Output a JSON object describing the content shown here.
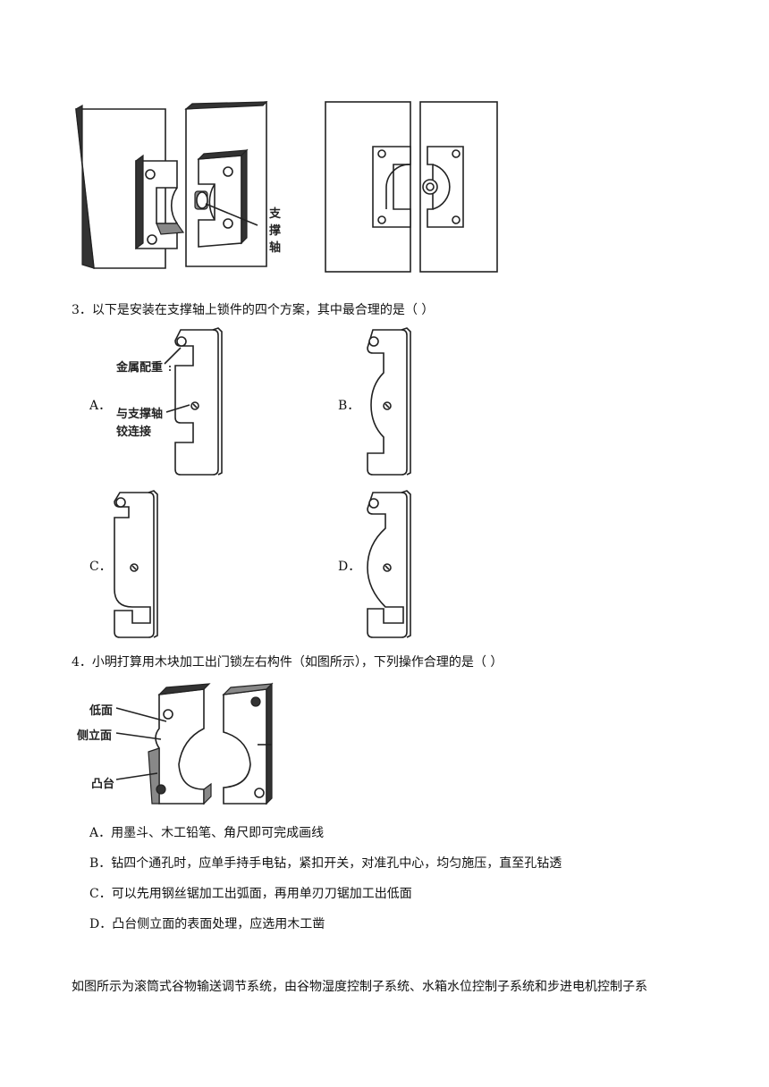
{
  "figure_top": {
    "support_axis_label": "支撑轴"
  },
  "q3": {
    "stem": "3．以下是安装在支撑轴上锁件的四个方案，其中最合理的是（    ）",
    "callout_weight": "金属配重",
    "callout_pivot_line1": "与支撑轴",
    "callout_pivot_line2": "铰连接",
    "options": [
      {
        "letter": "A．"
      },
      {
        "letter": "B．"
      },
      {
        "letter": "C．"
      },
      {
        "letter": "D．"
      }
    ]
  },
  "q4": {
    "stem": "4．小明打算用木块加工出门锁左右构件（如图所示），下列操作合理的是（    ）",
    "callout_bottom": "低面",
    "callout_side": "侧立面",
    "callout_boss": "凸台",
    "options": [
      {
        "text": "A．用墨斗、木工铅笔、角尺即可完成画线"
      },
      {
        "text": "B．钻四个通孔时，应单手持手电钻，紧扣开关，对准孔中心，均匀施压，直至孔钻透"
      },
      {
        "text": "C．可以先用钢丝锯加工出弧面，再用单刃刀锯加工出低面"
      },
      {
        "text": "D．凸台侧立面的表面处理，应选用木工凿"
      }
    ]
  },
  "intro_next": {
    "text": "如图所示为滚筒式谷物输送调节系统，由谷物湿度控制子系统、水箱水位控制子系统和步进电机控制子系"
  }
}
